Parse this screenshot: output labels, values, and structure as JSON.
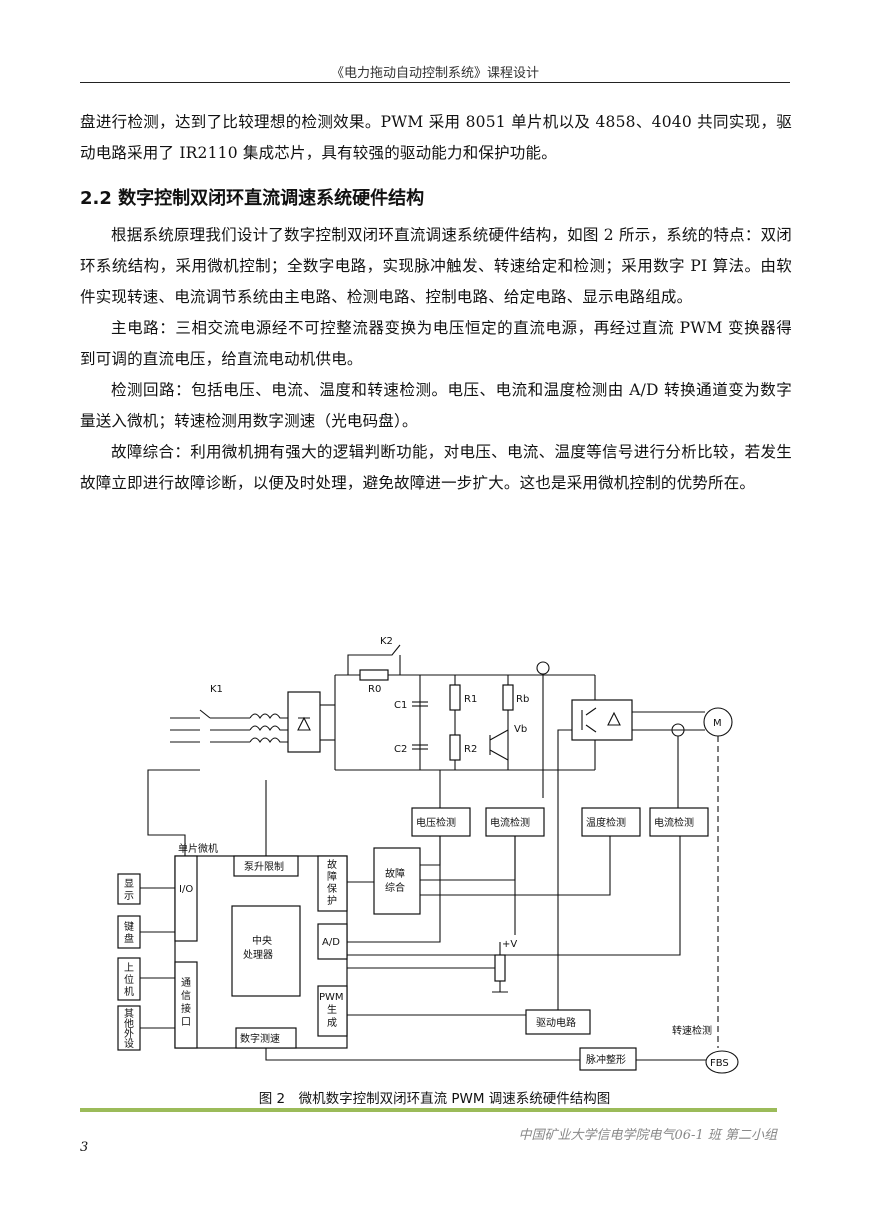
{
  "header": {
    "title": "《电力拖动自动控制系统》课程设计"
  },
  "content": {
    "p0": "盘进行检测，达到了比较理想的检测效果。PWM 采用 8051 单片机以及 4858、4040 共同实现，驱动电路采用了 IR2110 集成芯片，具有较强的驱动能力和保护功能。",
    "section_title": "2.2 数字控制双闭环直流调速系统硬件结构",
    "p1": "根据系统原理我们设计了数字控制双闭环直流调速系统硬件结构，如图 2 所示，系统的特点：双闭环系统结构，采用微机控制；全数字电路，实现脉冲触发、转速给定和检测；采用数字 PI 算法。由软件实现转速、电流调节系统由主电路、检测电路、控制电路、给定电路、显示电路组成。",
    "p2": "主电路：三相交流电源经不可控整流器变换为电压恒定的直流电源，再经过直流 PWM 变换器得到可调的直流电压，给直流电动机供电。",
    "p3": "检测回路：包括电压、电流、温度和转速检测。电压、电流和温度检测由 A/D 转换通道变为数字量送入微机；转速检测用数字测速（光电码盘）。",
    "p4": "故障综合：利用微机拥有强大的逻辑判断功能，对电压、电流、温度等信号进行分析比较，若发生故障立即进行故障诊断，以便及时处理，避免故障进一步扩大。这也是采用微机控制的优势所在。"
  },
  "figure": {
    "caption": "图 2　微机数字控制双闭环直流 PWM 调速系统硬件结构图",
    "labels": {
      "k1": "K1",
      "k2": "K2",
      "r0": "R0",
      "c1": "C1",
      "c2": "C2",
      "r1": "R1",
      "r2": "R2",
      "rb": "Rb",
      "vb": "Vb",
      "motor": "M",
      "fbs": "FBS",
      "mcu": "单片微机",
      "io": "I/O",
      "display": [
        "显",
        "示"
      ],
      "keyboard": [
        "键",
        "盘"
      ],
      "host": [
        "上",
        "位",
        "机"
      ],
      "peripheral": [
        "其",
        "他",
        "外",
        "设"
      ],
      "comm": [
        "通",
        "信",
        "接",
        "口"
      ],
      "surge_limit": "泵升限制",
      "fault_protect": [
        "故",
        "障",
        "保",
        "护"
      ],
      "fault_combine": [
        "故障",
        "综合"
      ],
      "cpu": [
        "中央",
        "处理器"
      ],
      "ad": "A/D",
      "pwm": [
        "PWM",
        "生",
        "成"
      ],
      "digital_speed": "数字测速",
      "voltage_detect": "电压检测",
      "current_detect_1": "电流检测",
      "temp_detect": "温度检测",
      "current_detect_2": "电流检测",
      "drive": "驱动电路",
      "pulse_shape": "脉冲整形",
      "speed_detect": "转速检测",
      "plus_v": "+V"
    }
  },
  "footer": {
    "school": "中国矿业大学信电学院电气06-1 班 第二小组",
    "page_number": "3"
  }
}
